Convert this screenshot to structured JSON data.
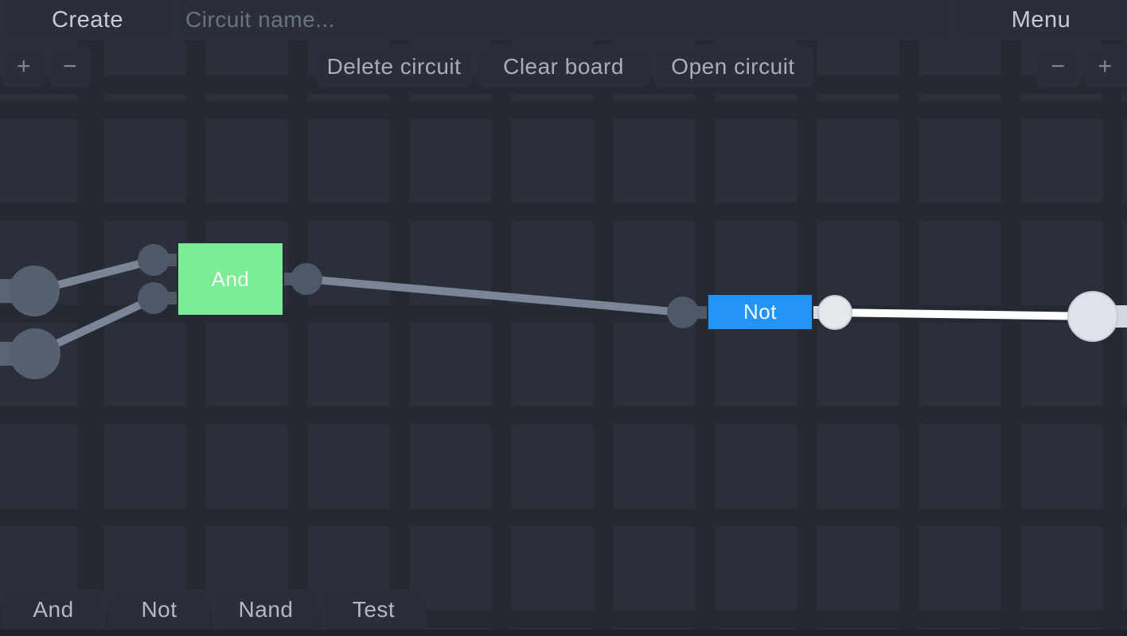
{
  "toolbar_top": {
    "create_label": "Create",
    "circuit_name": {
      "value": "",
      "placeholder": "Circuit name..."
    },
    "menu_label": "Menu"
  },
  "toolbar_actions": {
    "zoom_in_label": "+",
    "zoom_out_label": "−",
    "delete_circuit_label": "Delete circuit",
    "clear_board_label": "Clear board",
    "open_circuit_label": "Open circuit"
  },
  "palette": {
    "items": [
      {
        "label": "And"
      },
      {
        "label": "Not"
      },
      {
        "label": "Nand"
      },
      {
        "label": "Test"
      }
    ]
  },
  "board": {
    "gates": [
      {
        "type": "And",
        "label": "And",
        "color": "#7dec97"
      },
      {
        "type": "Not",
        "label": "Not",
        "color": "#2394f5"
      }
    ],
    "nodes": {
      "inputs": [
        {
          "state": "off"
        },
        {
          "state": "off"
        }
      ],
      "output": {
        "state": "on"
      }
    },
    "wires": [
      {
        "from": "input-node-1",
        "to": "and-input-1",
        "state": "off"
      },
      {
        "from": "input-node-2",
        "to": "and-input-2",
        "state": "off"
      },
      {
        "from": "and-output",
        "to": "not-input",
        "state": "off"
      },
      {
        "from": "not-output",
        "to": "output-node",
        "state": "on"
      }
    ],
    "wire_colors": {
      "off": "#7b8596",
      "on": "#ffffff"
    },
    "pin_colors": {
      "off": "#4f5866",
      "on": "#e4e7ec"
    },
    "node_colors": {
      "off": "#57606e",
      "on": "#dfe3e9"
    }
  }
}
